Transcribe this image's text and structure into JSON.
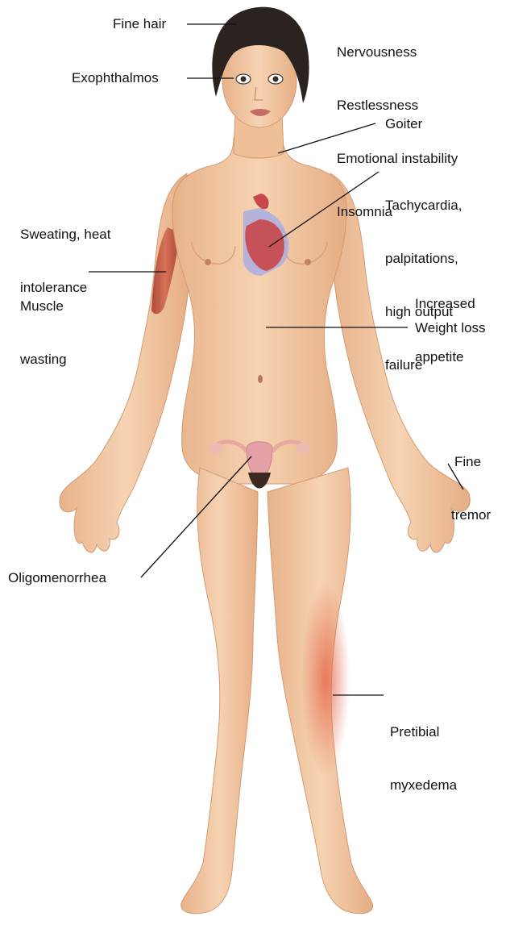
{
  "labels": {
    "fine_hair": "Fine hair",
    "exophthalmos": "Exophthalmos",
    "nervous_block": [
      "Nervousness",
      "Restlessness",
      "Emotional instability",
      "Insomnia"
    ],
    "goiter": "Goiter",
    "tachycardia": [
      "Tachycardia,",
      "palpitations,",
      "high output",
      "failure"
    ],
    "sweating": [
      "Sweating, heat",
      "intolerance"
    ],
    "muscle": [
      "Muscle",
      "wasting"
    ],
    "appetite": [
      "Increased",
      "appetite"
    ],
    "weight_loss": "Weight loss",
    "fine_tremor": [
      "Fine",
      "tremor"
    ],
    "oligomenorrhea": "Oligomenorrhea",
    "pretibial": [
      "Pretibial",
      "myxedema"
    ]
  },
  "colors": {
    "skin": "#f3c9a3",
    "skin_shadow": "#e0a57c",
    "hair": "#2b2320",
    "heart_red": "#c8474a",
    "vessel_blue": "#8a8fc8",
    "muscle_red": "#b84a3a",
    "myxedema": "#e9765a",
    "leader": "#111111"
  }
}
